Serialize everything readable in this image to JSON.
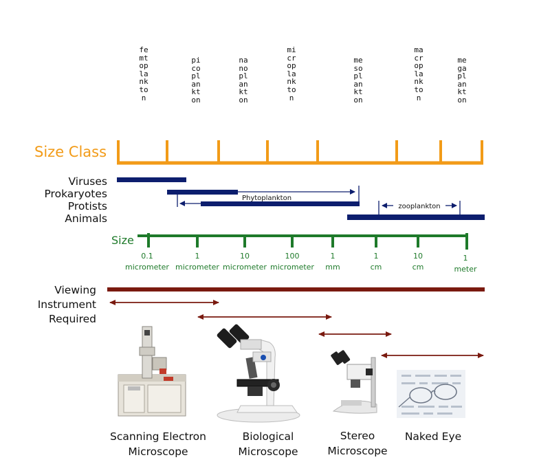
{
  "size_class": {
    "title": "Size Class",
    "color": "#f29b18",
    "categories": [
      "femtoplankton",
      "picoplankton",
      "nanoplankton",
      "microplankton",
      "mesoplankton",
      "macroplankton",
      "megaplankton"
    ]
  },
  "organisms": {
    "color": "#0d1e6e",
    "labels": [
      "Viruses",
      "Prokaryotes",
      "Protists",
      "Animals"
    ],
    "phytoplankton_label": "Phytoplankton",
    "zooplankton_label": "zooplankton"
  },
  "size_scale": {
    "title": "Size",
    "color": "#1e7a2a",
    "ticks": [
      {
        "value": "0.1",
        "unit": "micrometer"
      },
      {
        "value": "1",
        "unit": "micrometer"
      },
      {
        "value": "10",
        "unit": "micrometer"
      },
      {
        "value": "100",
        "unit": "micrometer"
      },
      {
        "value": "1",
        "unit": "mm"
      },
      {
        "value": "1",
        "unit": "cm"
      },
      {
        "value": "10",
        "unit": "cm"
      },
      {
        "value": "1",
        "unit": "meter"
      }
    ]
  },
  "viewing": {
    "color": "#7a1a0f",
    "label_lines": [
      "Viewing",
      "Instrument",
      "Required"
    ],
    "instruments": [
      {
        "line1": "Scanning Electron",
        "line2": "Microscope"
      },
      {
        "line1": "Biological",
        "line2": "Microscope"
      },
      {
        "line1": "Stereo",
        "line2": "Microscope"
      },
      {
        "line1": "Naked Eye",
        "line2": ""
      }
    ]
  }
}
